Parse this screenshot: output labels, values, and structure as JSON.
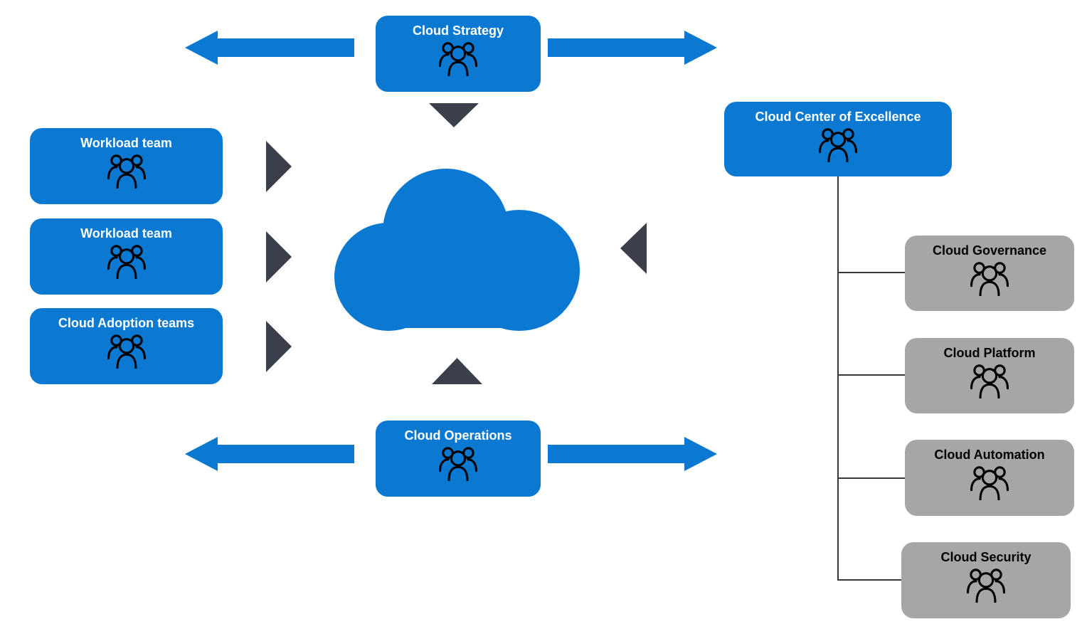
{
  "colors": {
    "blue": "#0b79d2",
    "gray": "#a6a6a6",
    "dark": "#3b3f4c",
    "line": "#383838",
    "on-blue": "#ffffff",
    "on-gray": "#000000"
  },
  "top_box": {
    "label": "Cloud Strategy",
    "icon": "team-people-icon"
  },
  "left_boxes": [
    {
      "label": "Workload team",
      "icon": "team-people-icon"
    },
    {
      "label": "Workload team",
      "icon": "team-people-icon"
    },
    {
      "label": "Cloud Adoption teams",
      "icon": "team-people-icon"
    }
  ],
  "bottom_box": {
    "label": "Cloud Operations",
    "icon": "team-people-icon"
  },
  "center": {
    "shape": "cloud"
  },
  "ccoe": {
    "box": {
      "label": "Cloud Center of Excellence",
      "icon": "team-people-icon"
    },
    "children": [
      {
        "label": "Cloud Governance",
        "icon": "team-people-icon"
      },
      {
        "label": "Cloud Platform",
        "icon": "team-people-icon"
      },
      {
        "label": "Cloud Automation",
        "icon": "team-people-icon"
      },
      {
        "label": "Cloud Security",
        "icon": "team-people-icon"
      }
    ]
  }
}
